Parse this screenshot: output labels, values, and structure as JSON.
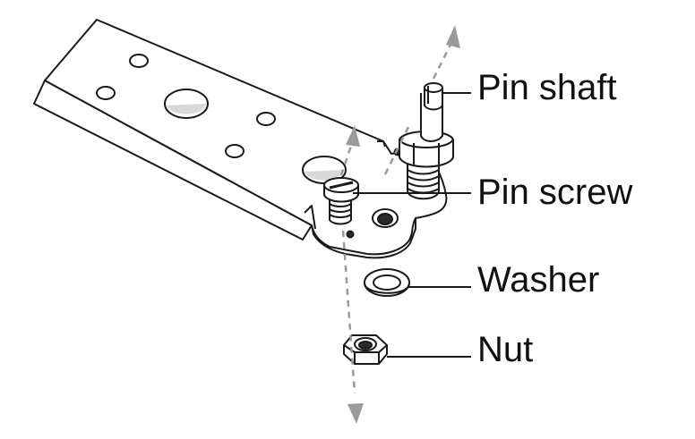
{
  "labels": {
    "pin_shaft": "Pin shaft",
    "pin_screw": "Pin screw",
    "washer": "Washer",
    "nut": "Nut"
  },
  "colors": {
    "line": "#1a1a1a",
    "axis": "#9a9a9a",
    "part_fill": "#ffffff",
    "hole_shade": "#d8d8d8",
    "dark_hole": "#2a2a2a"
  },
  "parts": [
    {
      "name": "bracket-plate"
    },
    {
      "name": "pin-shaft"
    },
    {
      "name": "pin-screw"
    },
    {
      "name": "washer"
    },
    {
      "name": "nut"
    }
  ]
}
